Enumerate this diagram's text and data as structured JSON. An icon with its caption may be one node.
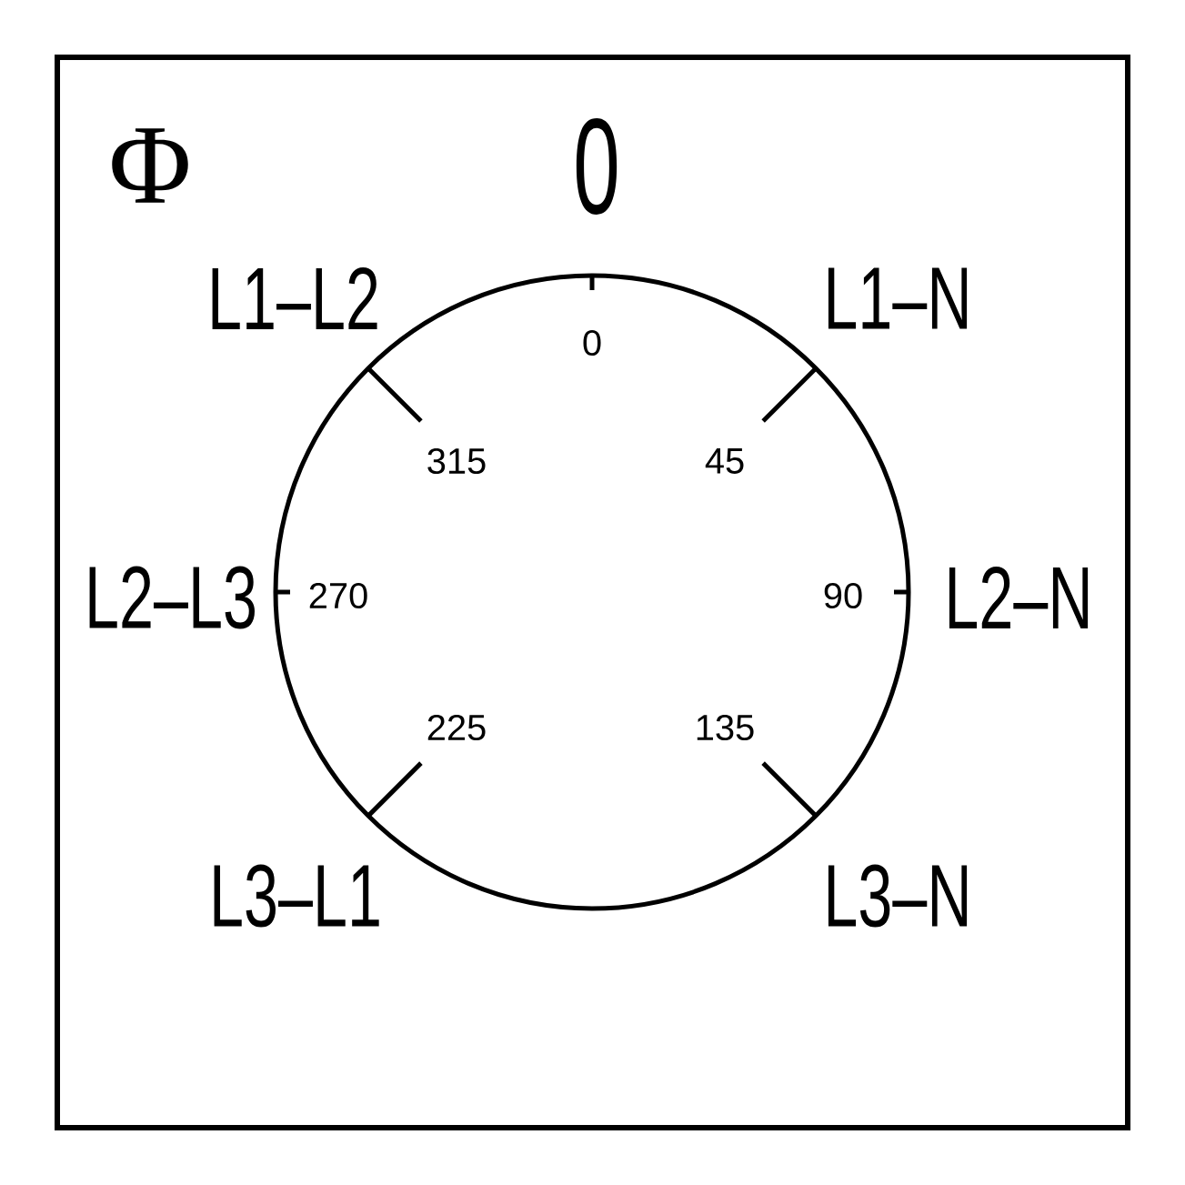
{
  "diagram": {
    "labels": [
      "Φ",
      "0",
      "L1–L2",
      "L1–N",
      "0",
      "315",
      "45",
      "L2–L3",
      "270",
      "90",
      "L2–N",
      "225",
      "135",
      "L3–L1",
      "L3–N"
    ]
  }
}
